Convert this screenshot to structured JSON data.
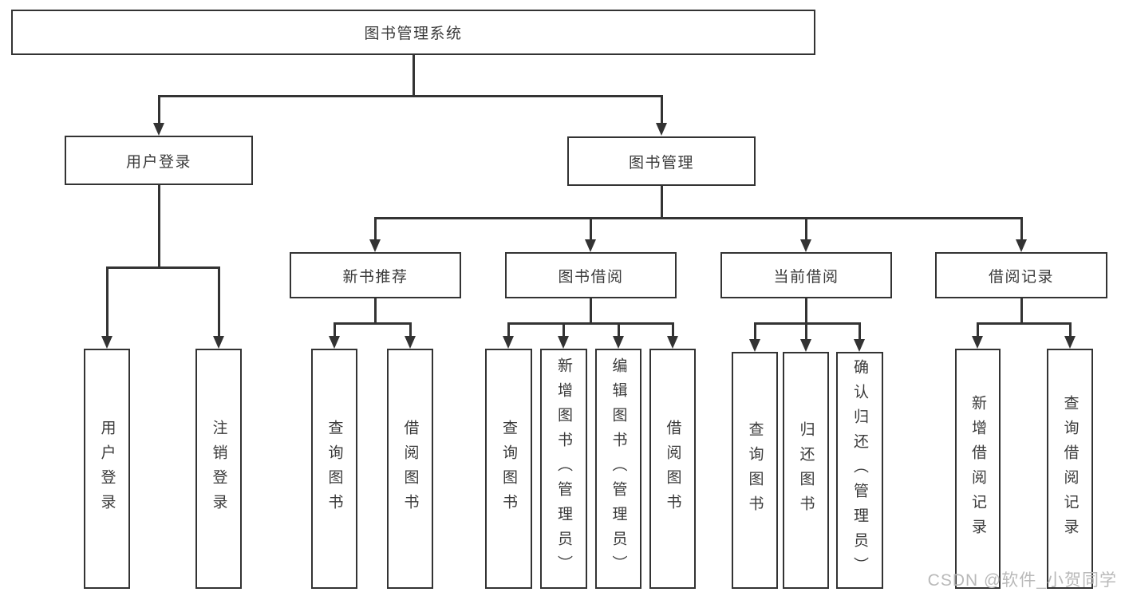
{
  "colors": {
    "line": "#333333",
    "text": "#3a3a3a",
    "background": "#ffffff",
    "watermark_text_color": "#b9b9b9"
  },
  "watermark": {
    "text": "CSDN @软件_小贺同学"
  },
  "tree": {
    "root": {
      "label": "图书管理系统"
    },
    "children": [
      {
        "label": "用户登录",
        "children": [
          {
            "label": "用户登录"
          },
          {
            "label": "注销登录"
          }
        ]
      },
      {
        "label": "图书管理",
        "children": [
          {
            "label": "新书推荐",
            "children": [
              {
                "label": "查询图书"
              },
              {
                "label": "借阅图书"
              }
            ]
          },
          {
            "label": "图书借阅",
            "children": [
              {
                "label": "查询图书"
              },
              {
                "label": "新增图书（管理员）"
              },
              {
                "label": "编辑图书（管理员）"
              },
              {
                "label": "借阅图书"
              }
            ]
          },
          {
            "label": "当前借阅",
            "children": [
              {
                "label": "查询图书"
              },
              {
                "label": "归还图书"
              },
              {
                "label": "确认归还（管理员）"
              }
            ]
          },
          {
            "label": "借阅记录",
            "children": [
              {
                "label": "新增借阅记录"
              },
              {
                "label": "查询借阅记录"
              }
            ]
          }
        ]
      }
    ]
  }
}
